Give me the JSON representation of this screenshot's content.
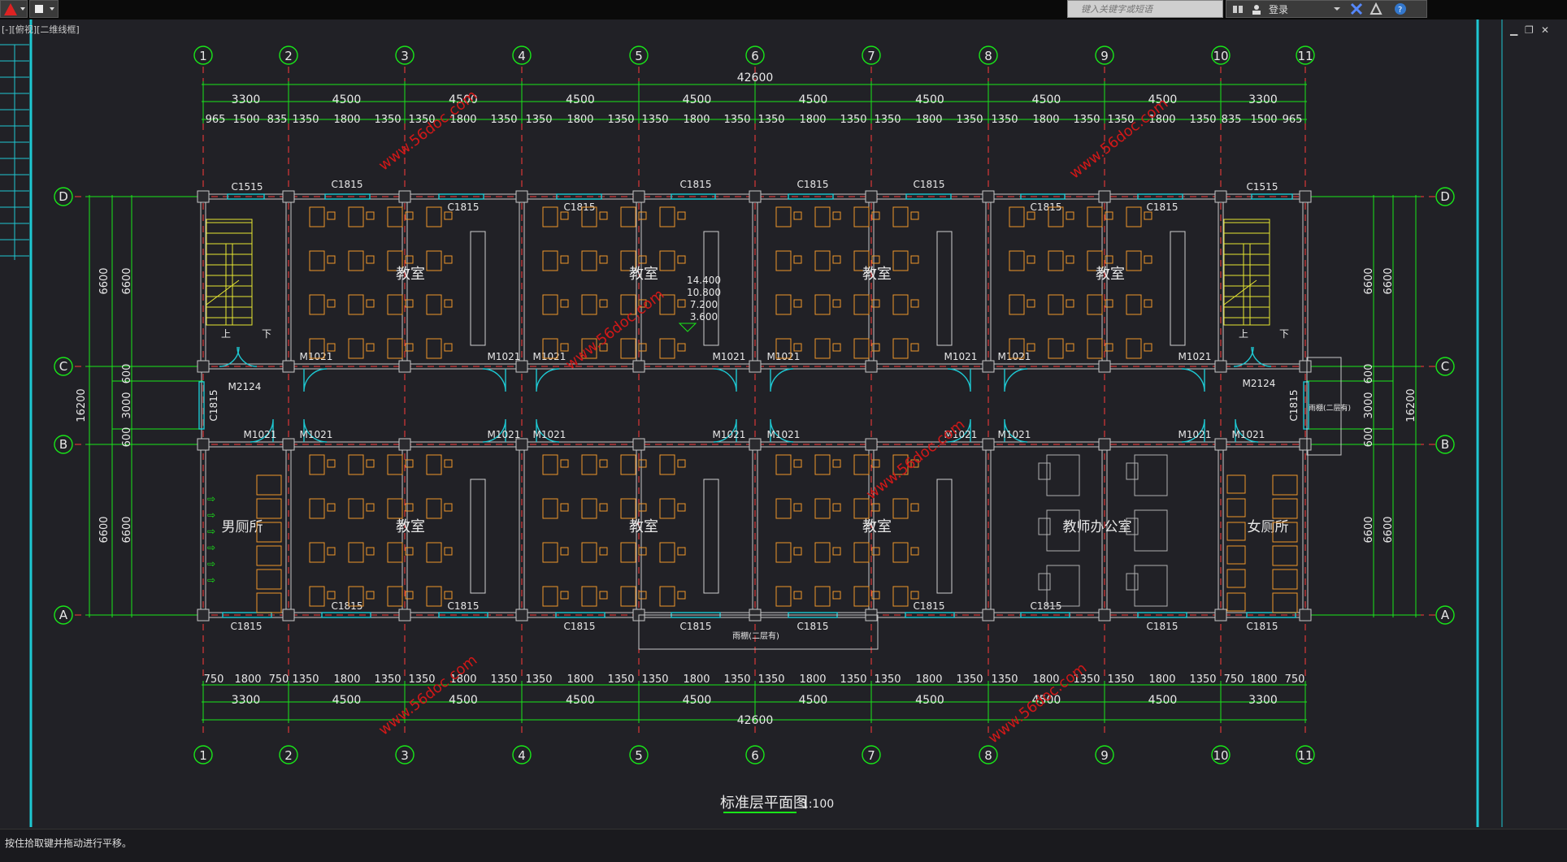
{
  "app": {
    "search_placeholder": "键入关键字或短语",
    "login_label": "登录",
    "view_label": "[-][俯视][二维线框]",
    "status_text": "按住拾取键并拖动进行平移。"
  },
  "drawing": {
    "title": "标准层平面图",
    "scale": "1:100",
    "grid_numbers": [
      "1",
      "2",
      "3",
      "4",
      "5",
      "6",
      "7",
      "8",
      "9",
      "10",
      "11"
    ],
    "grid_letters": [
      "A",
      "B",
      "C",
      "D"
    ],
    "total_dim": "42600",
    "bay_dims": [
      "3300",
      "4500",
      "4500",
      "4500",
      "4500",
      "4500",
      "4500",
      "4500",
      "4500",
      "3300"
    ],
    "top_sub_dims": [
      "965",
      "1500",
      "835",
      "1350",
      "1800",
      "1350",
      "1350",
      "1800",
      "1350",
      "1350",
      "1800",
      "1350",
      "1350",
      "1800",
      "1350",
      "1350",
      "1800",
      "1350",
      "1350",
      "1800",
      "1350",
      "1350",
      "1800",
      "1350",
      "1350",
      "1800",
      "1350",
      "835",
      "1500",
      "965"
    ],
    "bottom_sub_dims": [
      "750",
      "1800",
      "750",
      "1350",
      "1800",
      "1350",
      "1350",
      "1800",
      "1350",
      "1350",
      "1800",
      "1350",
      "1350",
      "1800",
      "1350",
      "1350",
      "1800",
      "1350",
      "1350",
      "1800",
      "1350",
      "1350",
      "1800",
      "1350",
      "1350",
      "1800",
      "1350",
      "750",
      "1800",
      "750"
    ],
    "vert_dims_left": [
      "6600",
      "600",
      "3000",
      "600",
      "6600"
    ],
    "vert_total": "16200",
    "vert_room_dim": "6600",
    "labels": {
      "classroom": "教室",
      "mens_toilet": "男厕所",
      "womens_toilet": "女厕所",
      "teacher_office": "教师办公室",
      "up": "上",
      "down": "下",
      "canopy": "雨棚(二层有)",
      "canopy_side": "雨棚(二层有)"
    },
    "window_c1815": "C1815",
    "window_c1515": "C1515",
    "door_m1021": "M1021",
    "door_m2124": "M2124",
    "elevations": [
      "14.400",
      "10.800",
      "7.200",
      "3.600"
    ],
    "watermark": "www.56doc.com"
  },
  "colors": {
    "line_green": "#19e619",
    "wall_red": "#ff3b3b",
    "furniture_orange": "#f0962a",
    "window_cyan": "#1ec8d2",
    "stair_yellow": "#e6e632",
    "text_white": "#e8e8e8",
    "watermark_red": "#d01818",
    "bg": "#212126"
  }
}
